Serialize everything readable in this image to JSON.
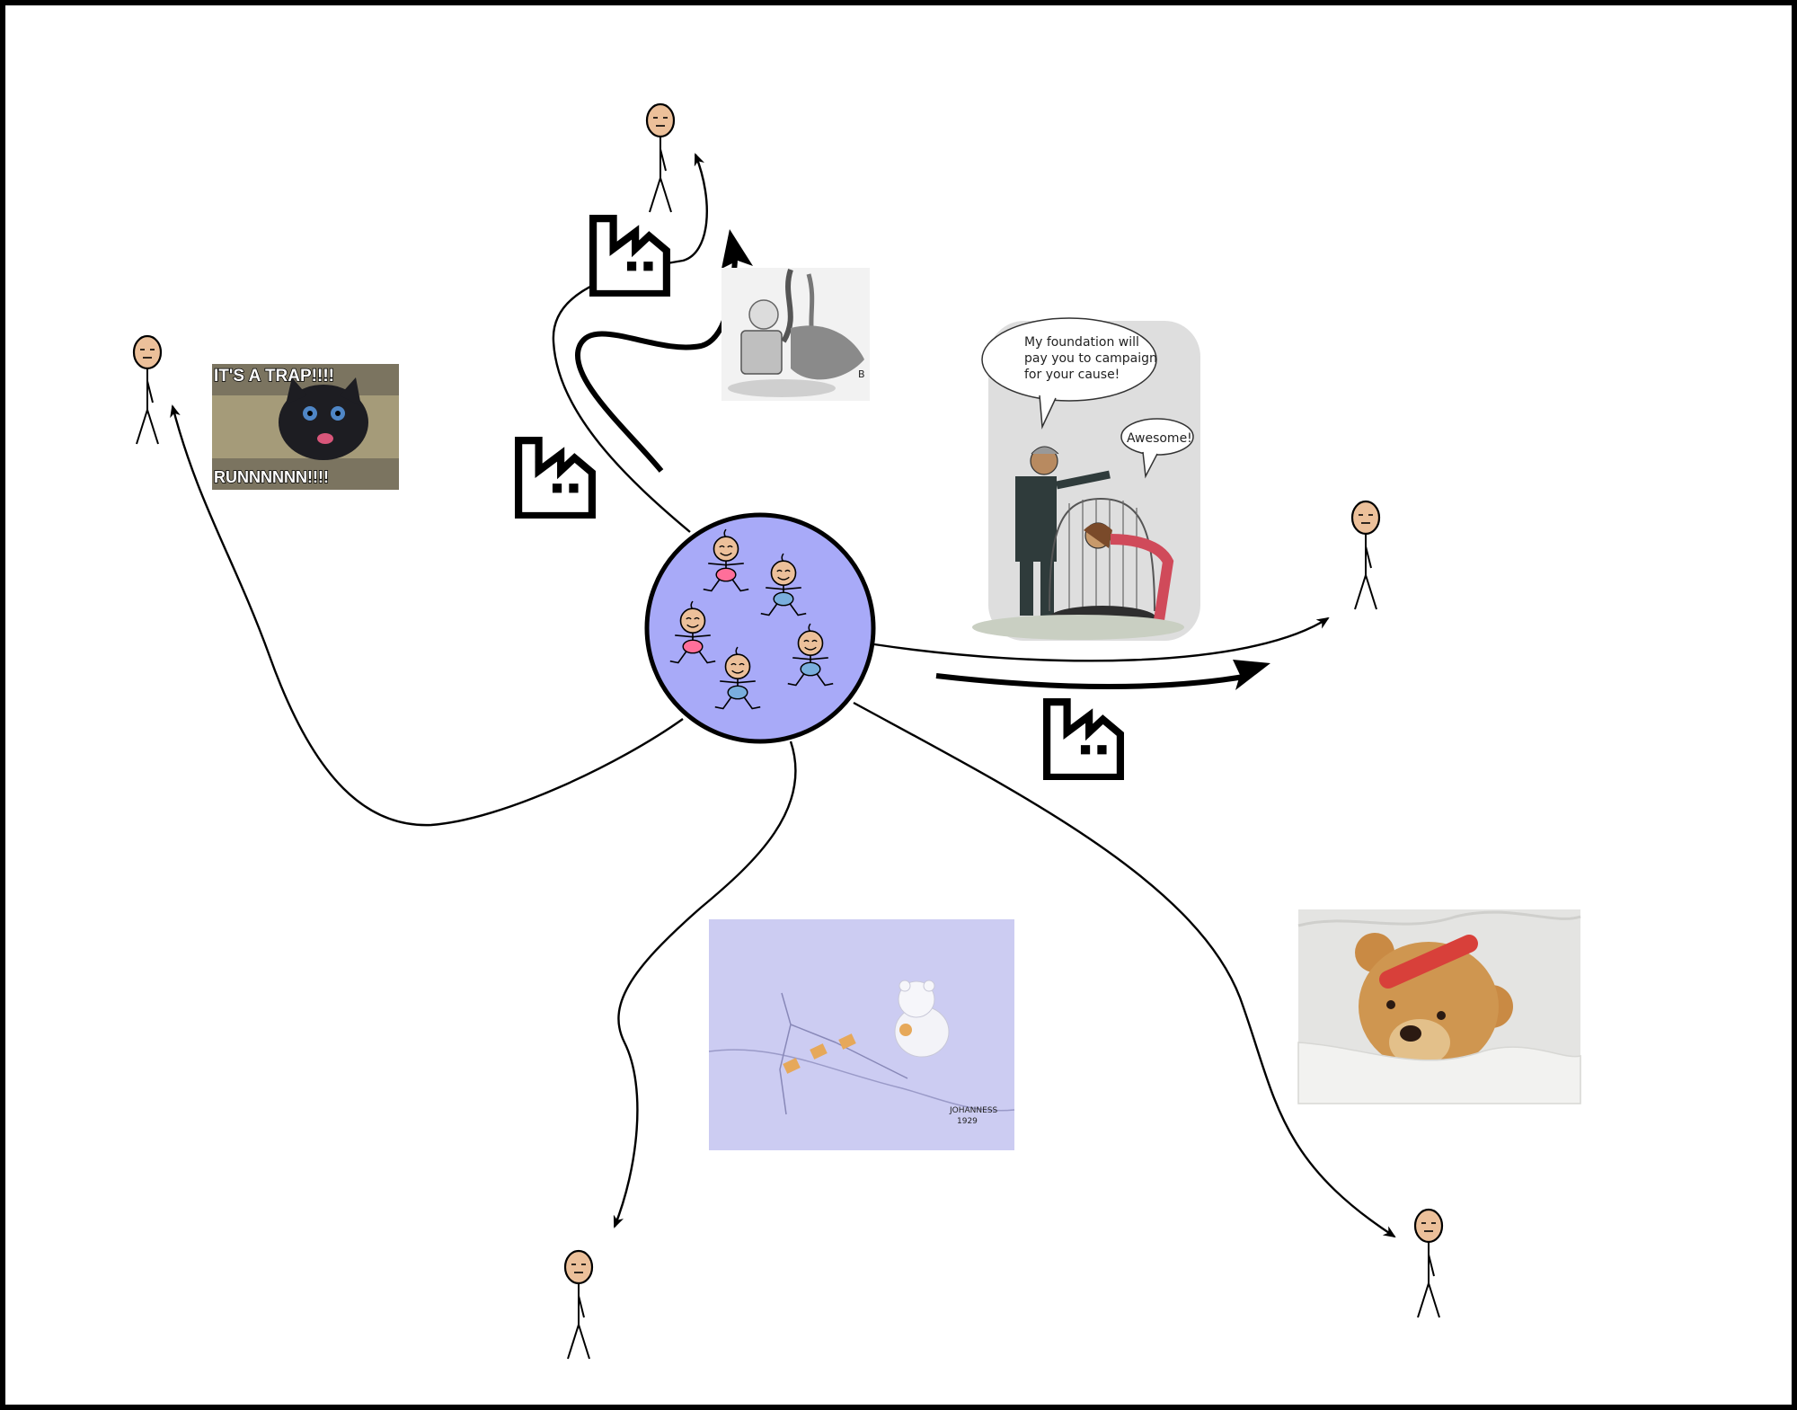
{
  "colors": {
    "frame": "#000000",
    "hub_fill": "#a8aaf8",
    "skin": "#ecc09a",
    "baby_shirt_pink": "#ff6f9a",
    "baby_shirt_blue": "#7aaede",
    "bubble_fill": "#ffffff",
    "cartoon_bg": "#dedede"
  },
  "hub": {
    "babies": [
      {
        "shirt": "pink"
      },
      {
        "shirt": "blue"
      },
      {
        "shirt": "pink"
      },
      {
        "shirt": "blue"
      },
      {
        "shirt": "blue"
      }
    ]
  },
  "icons": [
    "factory-icon",
    "factory-icon",
    "factory-icon",
    "person-icon",
    "arrowhead-icon"
  ],
  "images": {
    "kitten_meme": {
      "top_text": "IT'S A TRAP!!!!",
      "bottom_text": "RUNNNNNN!!!!"
    },
    "foundation_cartoon": {
      "speech_line_1": "My foundation will",
      "speech_line_2": "pay you to campaign",
      "speech_line_3": "for your cause!",
      "reply": "Awesome!"
    },
    "ipad_baby_sketch": {
      "signature": "B"
    },
    "polar_bear_illustration": {
      "signature": "JOHANNESS",
      "year": "1929"
    },
    "teddy_bear_photo": {}
  }
}
